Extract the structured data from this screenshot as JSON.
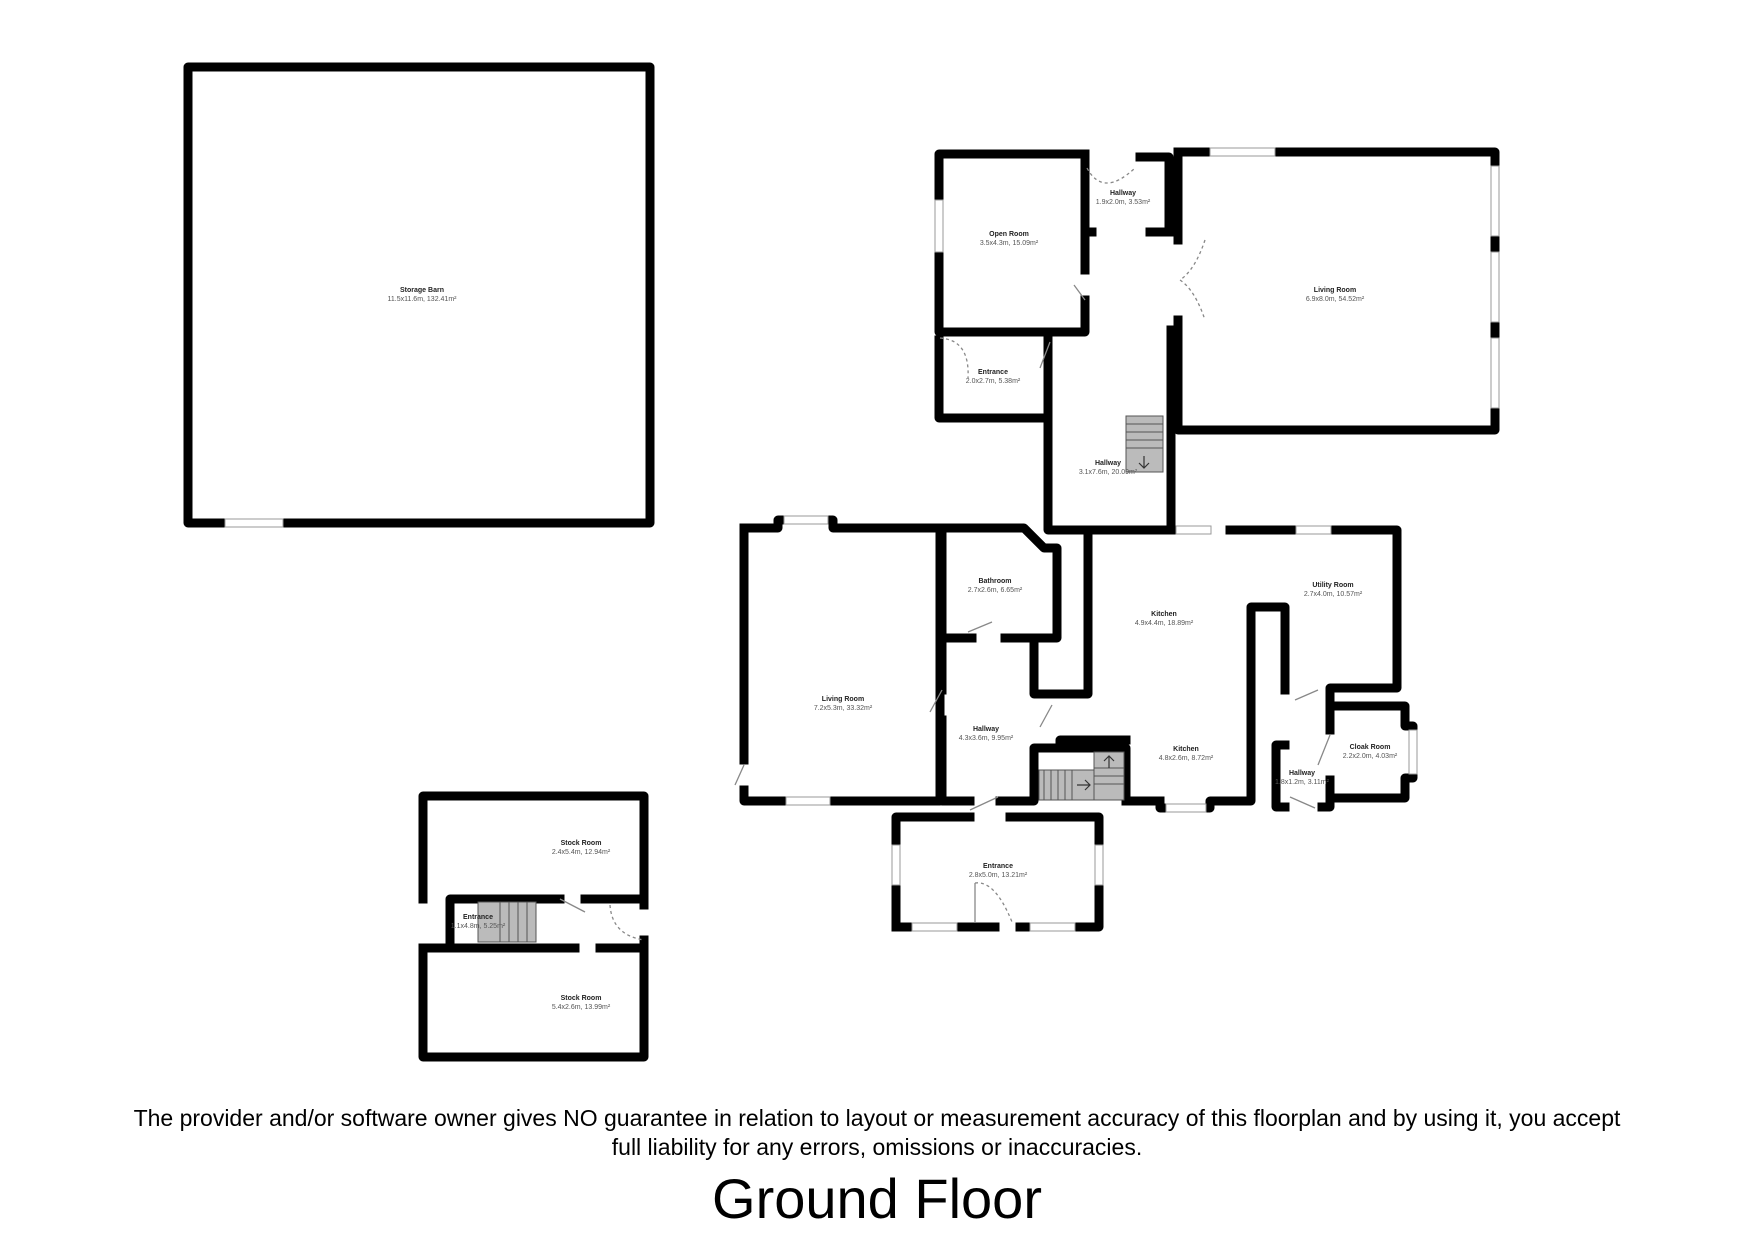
{
  "floor_title": "Ground Floor",
  "disclaimer": {
    "line1": "The provider and/or software owner gives NO guarantee in relation to layout or measurement accuracy of this floorplan and by using it, you accept",
    "line2": "full liability for any errors, omissions or inaccuracies."
  },
  "rooms": [
    {
      "name": "Storage Barn",
      "dims": "11.5x11.6m, 132.41m²"
    },
    {
      "name": "Open Room",
      "dims": "3.5x4.3m, 15.09m²"
    },
    {
      "name": "Hallway",
      "dims": "1.9x2.0m, 3.53m²"
    },
    {
      "name": "Living Room",
      "dims": "6.9x8.0m, 54.52m²"
    },
    {
      "name": "Entrance",
      "dims": "2.0x2.7m, 5.38m²"
    },
    {
      "name": "Hallway",
      "dims": "3.1x7.6m, 20.09m²"
    },
    {
      "name": "Bathroom",
      "dims": "2.7x2.6m, 6.65m²"
    },
    {
      "name": "Living Room",
      "dims": "7.2x5.3m, 33.32m²"
    },
    {
      "name": "Hallway",
      "dims": "4.3x3.6m, 9.95m²"
    },
    {
      "name": "Kitchen",
      "dims": "4.9x4.4m, 18.89m²"
    },
    {
      "name": "Utility Room",
      "dims": "2.7x4.0m, 10.57m²"
    },
    {
      "name": "Kitchen",
      "dims": "4.8x2.6m, 8.72m²"
    },
    {
      "name": "Cloak Room",
      "dims": "2.2x2.0m, 4.03m²"
    },
    {
      "name": "Hallway",
      "dims": "1.8x1.2m, 3.11m²"
    },
    {
      "name": "Entrance",
      "dims": "2.8x5.0m, 13.21m²"
    },
    {
      "name": "Stock Room",
      "dims": "2.4x5.4m, 12.94m²"
    },
    {
      "name": "Entrance",
      "dims": "1.1x4.8m, 5.25m²"
    },
    {
      "name": "Stock Room",
      "dims": "5.4x2.6m, 13.99m²"
    }
  ]
}
